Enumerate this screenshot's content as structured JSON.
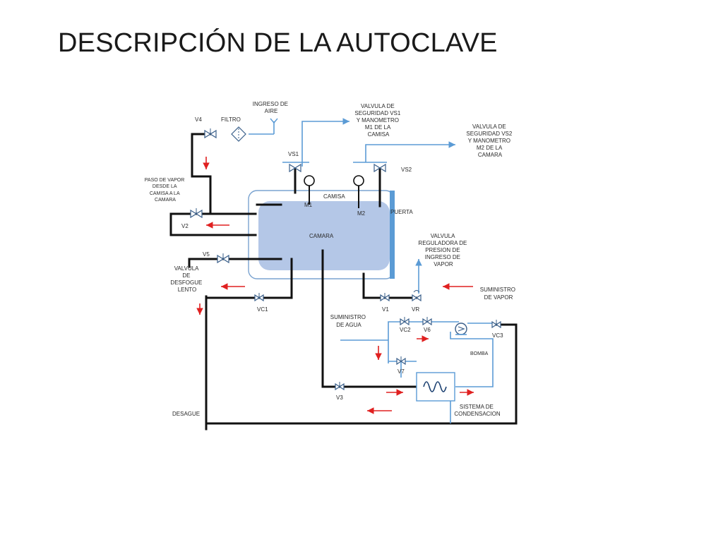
{
  "slide": {
    "title": "DESCRIPCIÓN DE LA AUTOCLAVE"
  },
  "labels": {
    "ingreso_aire": [
      "INGRESO DE",
      "AIRE"
    ],
    "filtro": "FILTRO",
    "v4": "V4",
    "vs1_text": [
      "VALVULA DE",
      "SEGURIDAD VS1",
      "Y MANOMETRO",
      "M1 DE LA",
      "CAMISA"
    ],
    "vs2_text": [
      "VALVULA DE",
      "SEGURIDAD VS2",
      "Y MANOMETRO",
      "M2 DE LA",
      "CAMARA"
    ],
    "vs1": "VS1",
    "vs2": "VS2",
    "paso_vapor": [
      "PASO DE VAPOR",
      "DESDE LA",
      "CAMISA A LA",
      "CAMARA"
    ],
    "m1": "M1",
    "m2": "M2",
    "camisa": "CAMISA",
    "puerta": "PUERTA",
    "camara": "CAMARA",
    "v2": "V2",
    "v5": "V5",
    "desfogue": [
      "VALVULA",
      "DE",
      "DESFOGUE",
      "LENTO"
    ],
    "vc1": "VC1",
    "reguladora": [
      "VALVULA",
      "REGULADORA DE",
      "PRESION DE",
      "INGRESO DE",
      "VAPOR"
    ],
    "suministro_vapor": [
      "SUMINISTRO",
      "DE VAPOR"
    ],
    "v1": "V1",
    "vr": "VR",
    "suministro_agua": [
      "SUMINISTRO",
      "DE AGUA"
    ],
    "vc2": "VC2",
    "v6": "V6",
    "vc3": "VC3",
    "bomba": "BOMBA",
    "v7": "V7",
    "v3": "V3",
    "sistema": [
      "SISTEMA DE",
      "CONDENSACION"
    ],
    "desague": "DESAGUE"
  },
  "colors": {
    "pipe": "#111111",
    "blue_pipe": "#5b9bd5",
    "flow_arrow": "#e02020",
    "chamber": "#b4c7e7",
    "door": "#5b9bd5"
  }
}
